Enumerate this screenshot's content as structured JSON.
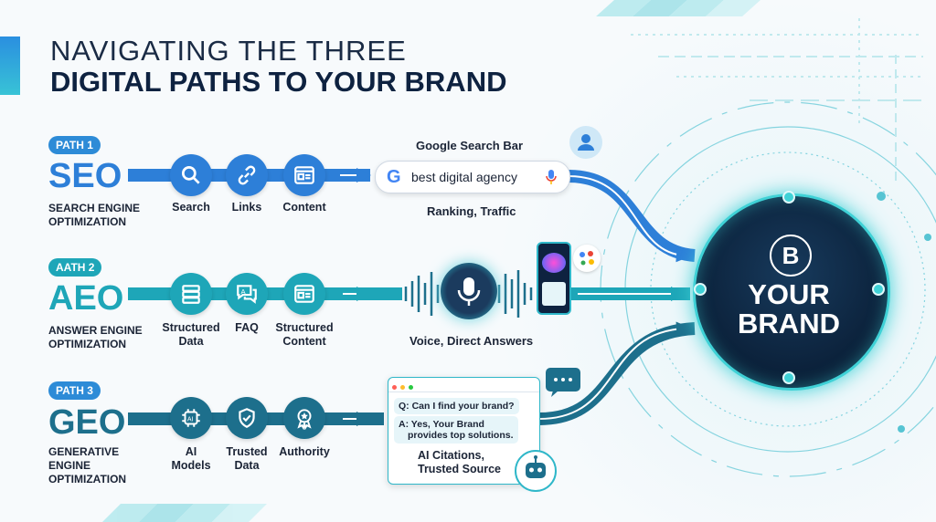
{
  "title": {
    "line1": "NAVIGATING THE THREE",
    "line2": "DIGITAL PATHS TO YOUR BRAND"
  },
  "paths": [
    {
      "tag": "PATH 1",
      "abbr": "SEO",
      "sub1": "SEARCH ENGINE",
      "sub2": "OPTIMIZATION",
      "color": "#2d7fd8",
      "steps": [
        {
          "icon": "search-icon",
          "label1": "Search",
          "label2": ""
        },
        {
          "icon": "link-icon",
          "label1": "Links",
          "label2": ""
        },
        {
          "icon": "content-icon",
          "label1": "Content",
          "label2": ""
        }
      ]
    },
    {
      "tag": "AATH 2",
      "abbr": "AEO",
      "sub1": "ANSWER ENGINE",
      "sub2": "OPTIMIZATION",
      "color": "#1ea6b8",
      "steps": [
        {
          "icon": "database-icon",
          "label1": "Structured",
          "label2": "Data"
        },
        {
          "icon": "faq-icon",
          "label1": "FAQ",
          "label2": ""
        },
        {
          "icon": "structured-content-icon",
          "label1": "Structured",
          "label2": "Content"
        }
      ]
    },
    {
      "tag": "PATH 3",
      "abbr": "GEO",
      "sub1": "GENERATIVE",
      "sub2": "ENGINE",
      "sub3": "OPTIMIZATION",
      "color": "#1d6f8c",
      "steps": [
        {
          "icon": "ai-chip-icon",
          "label1": "AI",
          "label2": "Models"
        },
        {
          "icon": "shield-check-icon",
          "label1": "Trusted",
          "label2": "Data"
        },
        {
          "icon": "award-icon",
          "label1": "Authority",
          "label2": ""
        }
      ]
    }
  ],
  "seo": {
    "search_caption": "Google Search Bar",
    "search_query": "best digital agency",
    "result_caption": "Ranking, Traffic"
  },
  "aeo": {
    "result_caption": "Voice, Direct Answers"
  },
  "geo": {
    "question": "Q: Can I find your brand?",
    "answer_line1": "A: Yes, Your Brand",
    "answer_line2": "provides top solutions.",
    "result_line1": "AI Citations,",
    "result_line2": "Trusted Source"
  },
  "brand": {
    "line1": "YOUR",
    "line2": "BRAND",
    "logo_letter": "B"
  },
  "colors": {
    "navy": "#0e2240",
    "blue": "#2d7fd8",
    "teal": "#1ea6b8",
    "dark_teal": "#1d6f8c",
    "glow": "#3fd1d6"
  }
}
